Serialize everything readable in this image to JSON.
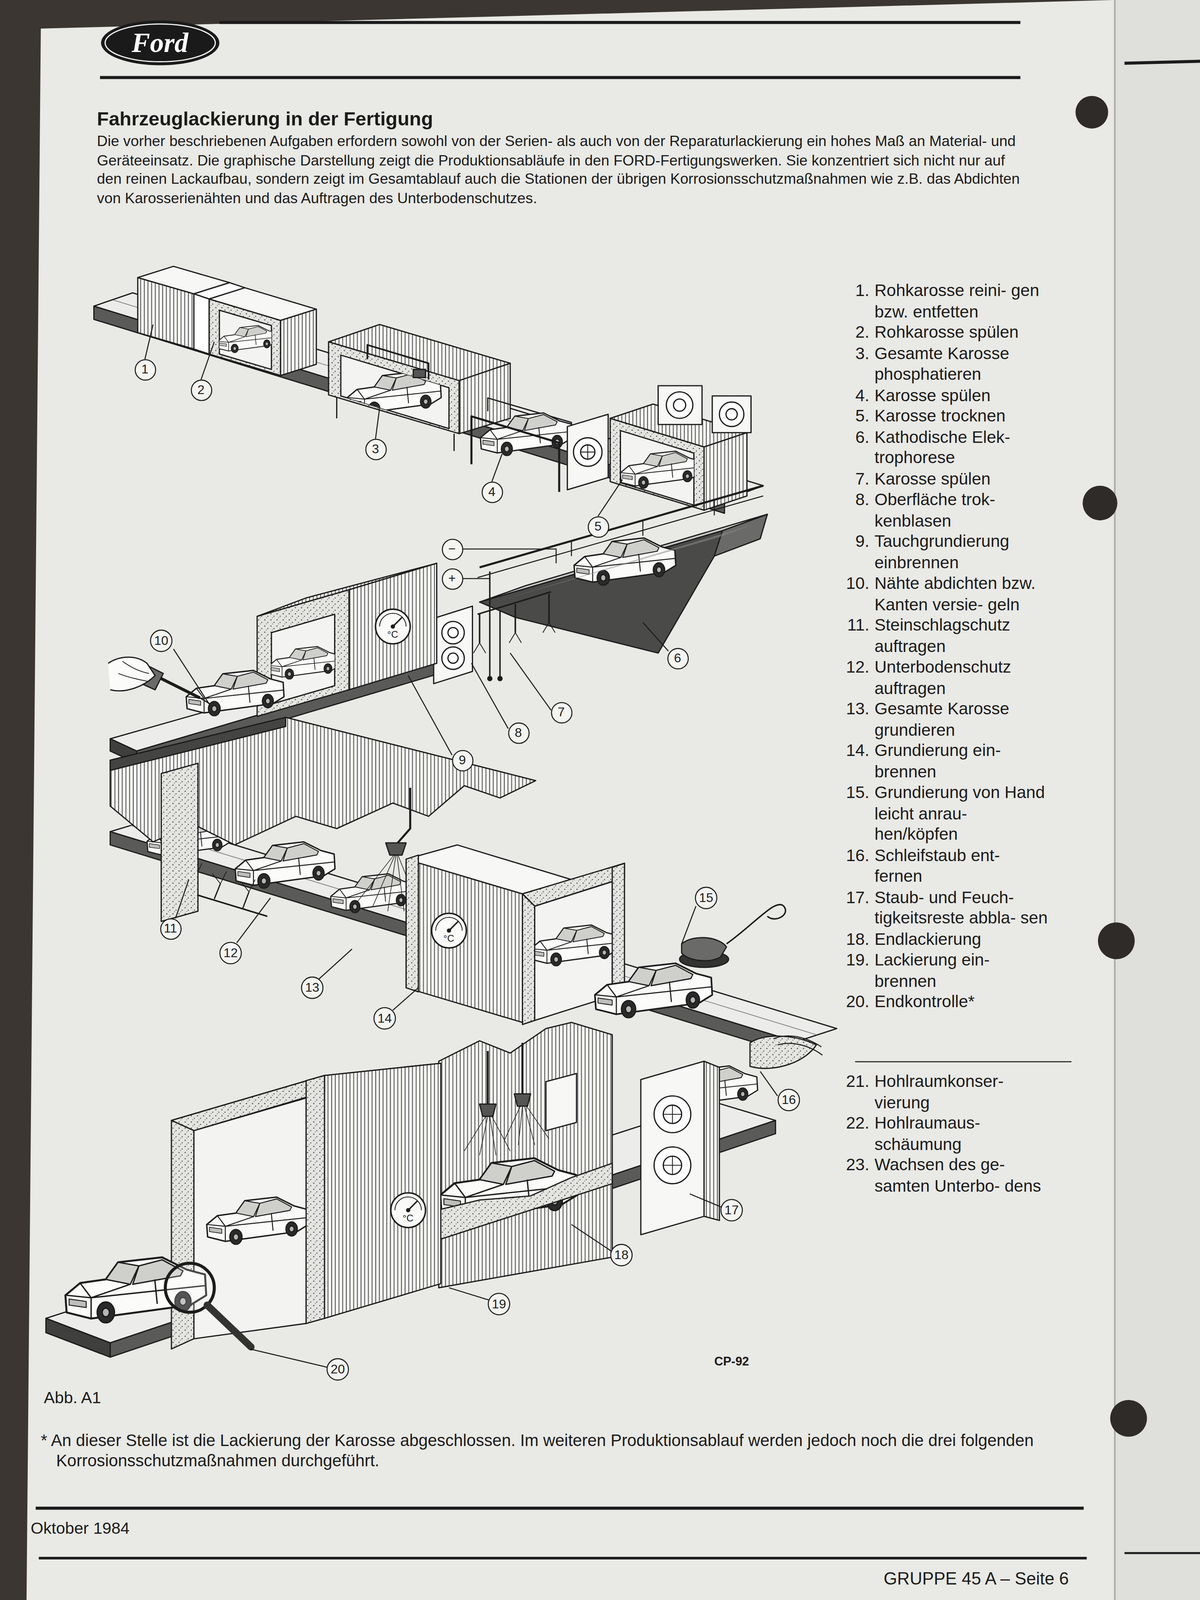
{
  "diagram": {
    "title": "Fahrzeuglackierung in der Fertigung",
    "caption": "Abb. A1",
    "nodes": [
      {
        "text": [
          "1"
        ]
      },
      {
        "text": [
          "2"
        ]
      },
      {
        "text": [
          "3"
        ]
      },
      {
        "text": [
          "4"
        ]
      },
      {
        "text": [
          "5"
        ]
      },
      {
        "text": [
          "−"
        ]
      },
      {
        "text": [
          "+"
        ]
      },
      {
        "text": [
          "6"
        ]
      },
      {
        "text": [
          "10"
        ]
      },
      {
        "text": [
          "7"
        ]
      },
      {
        "text": [
          "8"
        ]
      },
      {
        "text": [
          "9"
        ]
      },
      {
        "text": [
          "11"
        ]
      },
      {
        "text": [
          "12"
        ]
      },
      {
        "text": [
          "13"
        ]
      },
      {
        "text": [
          "14"
        ]
      },
      {
        "text": [
          "15"
        ]
      },
      {
        "text": [
          "16"
        ]
      },
      {
        "text": [
          "17"
        ]
      },
      {
        "text": [
          "18"
        ]
      },
      {
        "text": [
          "19"
        ]
      },
      {
        "text": [
          "20"
        ]
      }
    ],
    "labels": [
      "Ford",
      "Die vorher beschriebenen Aufgaben erfordern sowohl von der Serien- als auch von der Reparaturlackierung ein hohes Maß an Material- und Geräteeinsatz. Die graphische Darstellung zeigt die Produktionsabläufe in den FORD-Fertigungswerken. Sie konzentriert sich nicht nur auf den reinen Lackaufbau, sondern zeigt im Gesamtablauf auch die Stationen der übrigen Korrosionsschutzmaßnahmen wie z.B. das Abdichten von Karosserienähten und das Auftragen des Unterbodenschutzes.",
      "1.",
      "Rohkarosse reini- gen bzw. entfetten",
      "2.",
      "Rohkarosse spülen",
      "3.",
      "Gesamte Karosse phosphatieren",
      "4.",
      "Karosse spülen",
      "5.",
      "Karosse trocknen",
      "6.",
      "Kathodische Elek- trophorese",
      "7.",
      "Karosse spülen",
      "8.",
      "Oberfläche trok- kenblasen",
      "9.",
      "Tauchgrundierung einbrennen",
      "10.",
      "Nähte abdichten bzw. Kanten versie- geln",
      "11.",
      "Steinschlagschutz auftragen",
      "12.",
      "Unterbodenschutz auftragen",
      "13.",
      "Gesamte Karosse grundieren",
      "14.",
      "Grundierung ein- brennen",
      "15.",
      "Grundierung von Hand leicht anrau- hen/köpfen",
      "16.",
      "Schleifstaub ent- fernen",
      "17.",
      "Staub- und Feuch- tigkeitsreste abbla- sen",
      "18.",
      "Endlackierung",
      "19.",
      "Lackierung ein- brennen",
      "20.",
      "Endkontrolle*",
      "21.",
      "Hohlraumkonser- vierung",
      "22.",
      "Hohlraumaus- schäumung",
      "23.",
      "Wachsen des ge- samten Unterbo- dens",
      "CP-92",
      "°C",
      "°C",
      "°C",
      "* An dieser Stelle ist die Lackierung der Karosse abgeschlossen. Im weiteren Produktionsablauf werden jedoch noch die drei folgenden Korrosionsschutzmaßnahmen durchgeführt.",
      "Oktober 1984",
      "GRUPPE 45 A – Seite 6"
    ]
  }
}
